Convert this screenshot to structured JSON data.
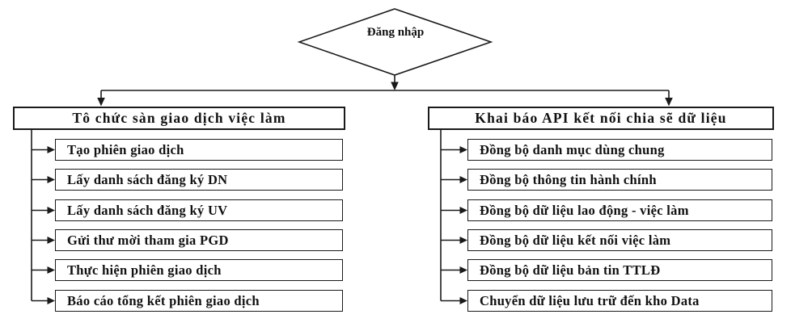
{
  "diagram": {
    "start_node": {
      "label": "Đăng nhập",
      "shape": "diamond"
    },
    "left_branch": {
      "header": "Tô chức sàn giao dịch việc làm",
      "items": [
        "Tạo phiên giao dịch",
        "Lấy danh sách đăng ký DN",
        "Lấy danh sách đăng ký UV",
        "Gửi thư mời tham gia PGD",
        "Thực hiện phiên giao dịch",
        "Báo cáo tổng kết phiên giao dịch"
      ]
    },
    "right_branch": {
      "header": "Khai báo API kết nối chia sẽ dữ liệu",
      "items": [
        "Đồng bộ danh mục dùng chung",
        "Đồng bộ thông tin hành chính",
        "Đồng bộ dữ liệu lao động - việc làm",
        "Đồng bộ dữ liệu kết nối việc làm",
        "Đồng bộ dữ liệu bản tin TTLĐ",
        "Chuyển dữ liệu lưu trữ đến kho Data"
      ]
    },
    "colors": {
      "line": "#1a1a1a",
      "box_border": "#1a1a1a",
      "background": "#ffffff",
      "text": "#111111"
    }
  }
}
